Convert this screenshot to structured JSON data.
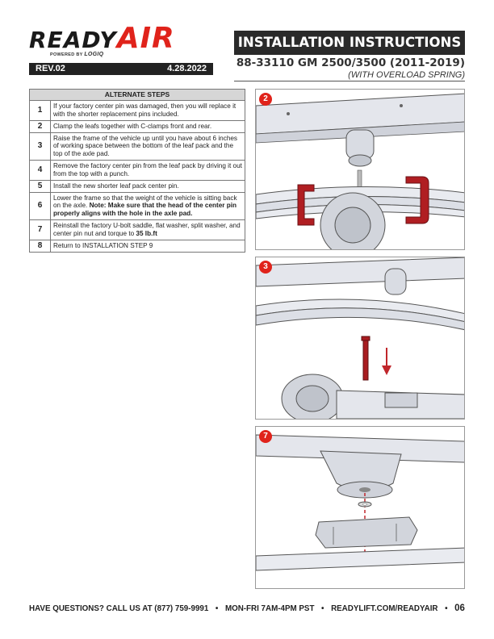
{
  "header": {
    "logo_ready": "READY",
    "logo_air": "AIR",
    "logo_powered": "POWERED BY",
    "logo_brand": "LOGIQ",
    "rev": "REV.02",
    "date": "4.28.2022",
    "title": "INSTALLATION INSTRUCTIONS",
    "model": "88-33110 GM 2500/3500 (2011-2019)",
    "model_sub": "(WITH OVERLOAD SPRING)"
  },
  "colors": {
    "brand_red": "#e0231b",
    "dark": "#2a2a2a",
    "table_header": "#d6d6d6"
  },
  "table": {
    "heading": "ALTERNATE STEPS",
    "rows": [
      {
        "num": "1",
        "text": "If your factory center pin was damaged, then you will replace it with the shorter replacement pins included."
      },
      {
        "num": "2",
        "text": "Clamp the leafs together with C-clamps front and rear."
      },
      {
        "num": "3",
        "text": "Raise the frame of the vehicle up until you have about 6 inches of working space between the bottom of the leaf pack and the top of the axle pad."
      },
      {
        "num": "4",
        "text": "Remove the factory center pin from the leaf pack by driving it out from the top with a punch."
      },
      {
        "num": "5",
        "text": "Install the new shorter leaf pack center pin."
      },
      {
        "num": "6",
        "text": "Lower the frame so that the weight of the vehicle is sitting back on the axle. ",
        "bold": "Note: Make sure that the head of the center pin properly aligns with the hole in the axle pad."
      },
      {
        "num": "7",
        "text": "Reinstall the factory U-bolt saddle, flat washer, split washer, and center pin nut and torque to ",
        "bold": "35 lb.ft"
      },
      {
        "num": "8",
        "text": "Return to INSTALLATION STEP 9"
      }
    ]
  },
  "figures": [
    {
      "badge": "2",
      "icon": "c-clamp-leaf-spring-illustration"
    },
    {
      "badge": "3",
      "icon": "center-pin-removal-illustration"
    },
    {
      "badge": "7",
      "icon": "u-bolt-saddle-reinstall-illustration"
    }
  ],
  "footer": {
    "questions": "HAVE QUESTIONS? CALL US AT (877) 759-9991",
    "hours": "MON-FRI 7AM-4PM PST",
    "site": "READYLIFT.COM/READYAIR",
    "separator": "•",
    "page": "06"
  }
}
